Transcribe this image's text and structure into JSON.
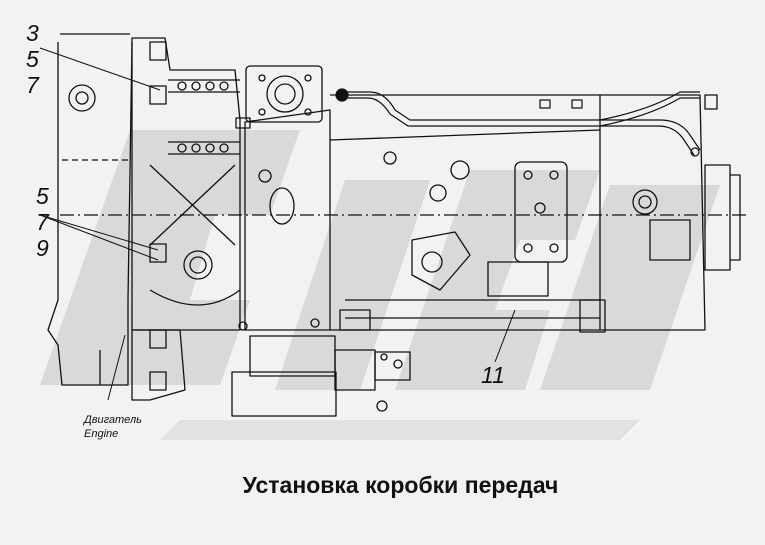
{
  "diagram": {
    "caption": "Установка коробки передач",
    "callouts": {
      "top": [
        "3",
        "5",
        "7"
      ],
      "middle": [
        "5",
        "7",
        "9"
      ],
      "right": "11"
    },
    "engine_label": {
      "ru": "Двигатель",
      "en": "Engine"
    },
    "watermark": "DPEK"
  }
}
